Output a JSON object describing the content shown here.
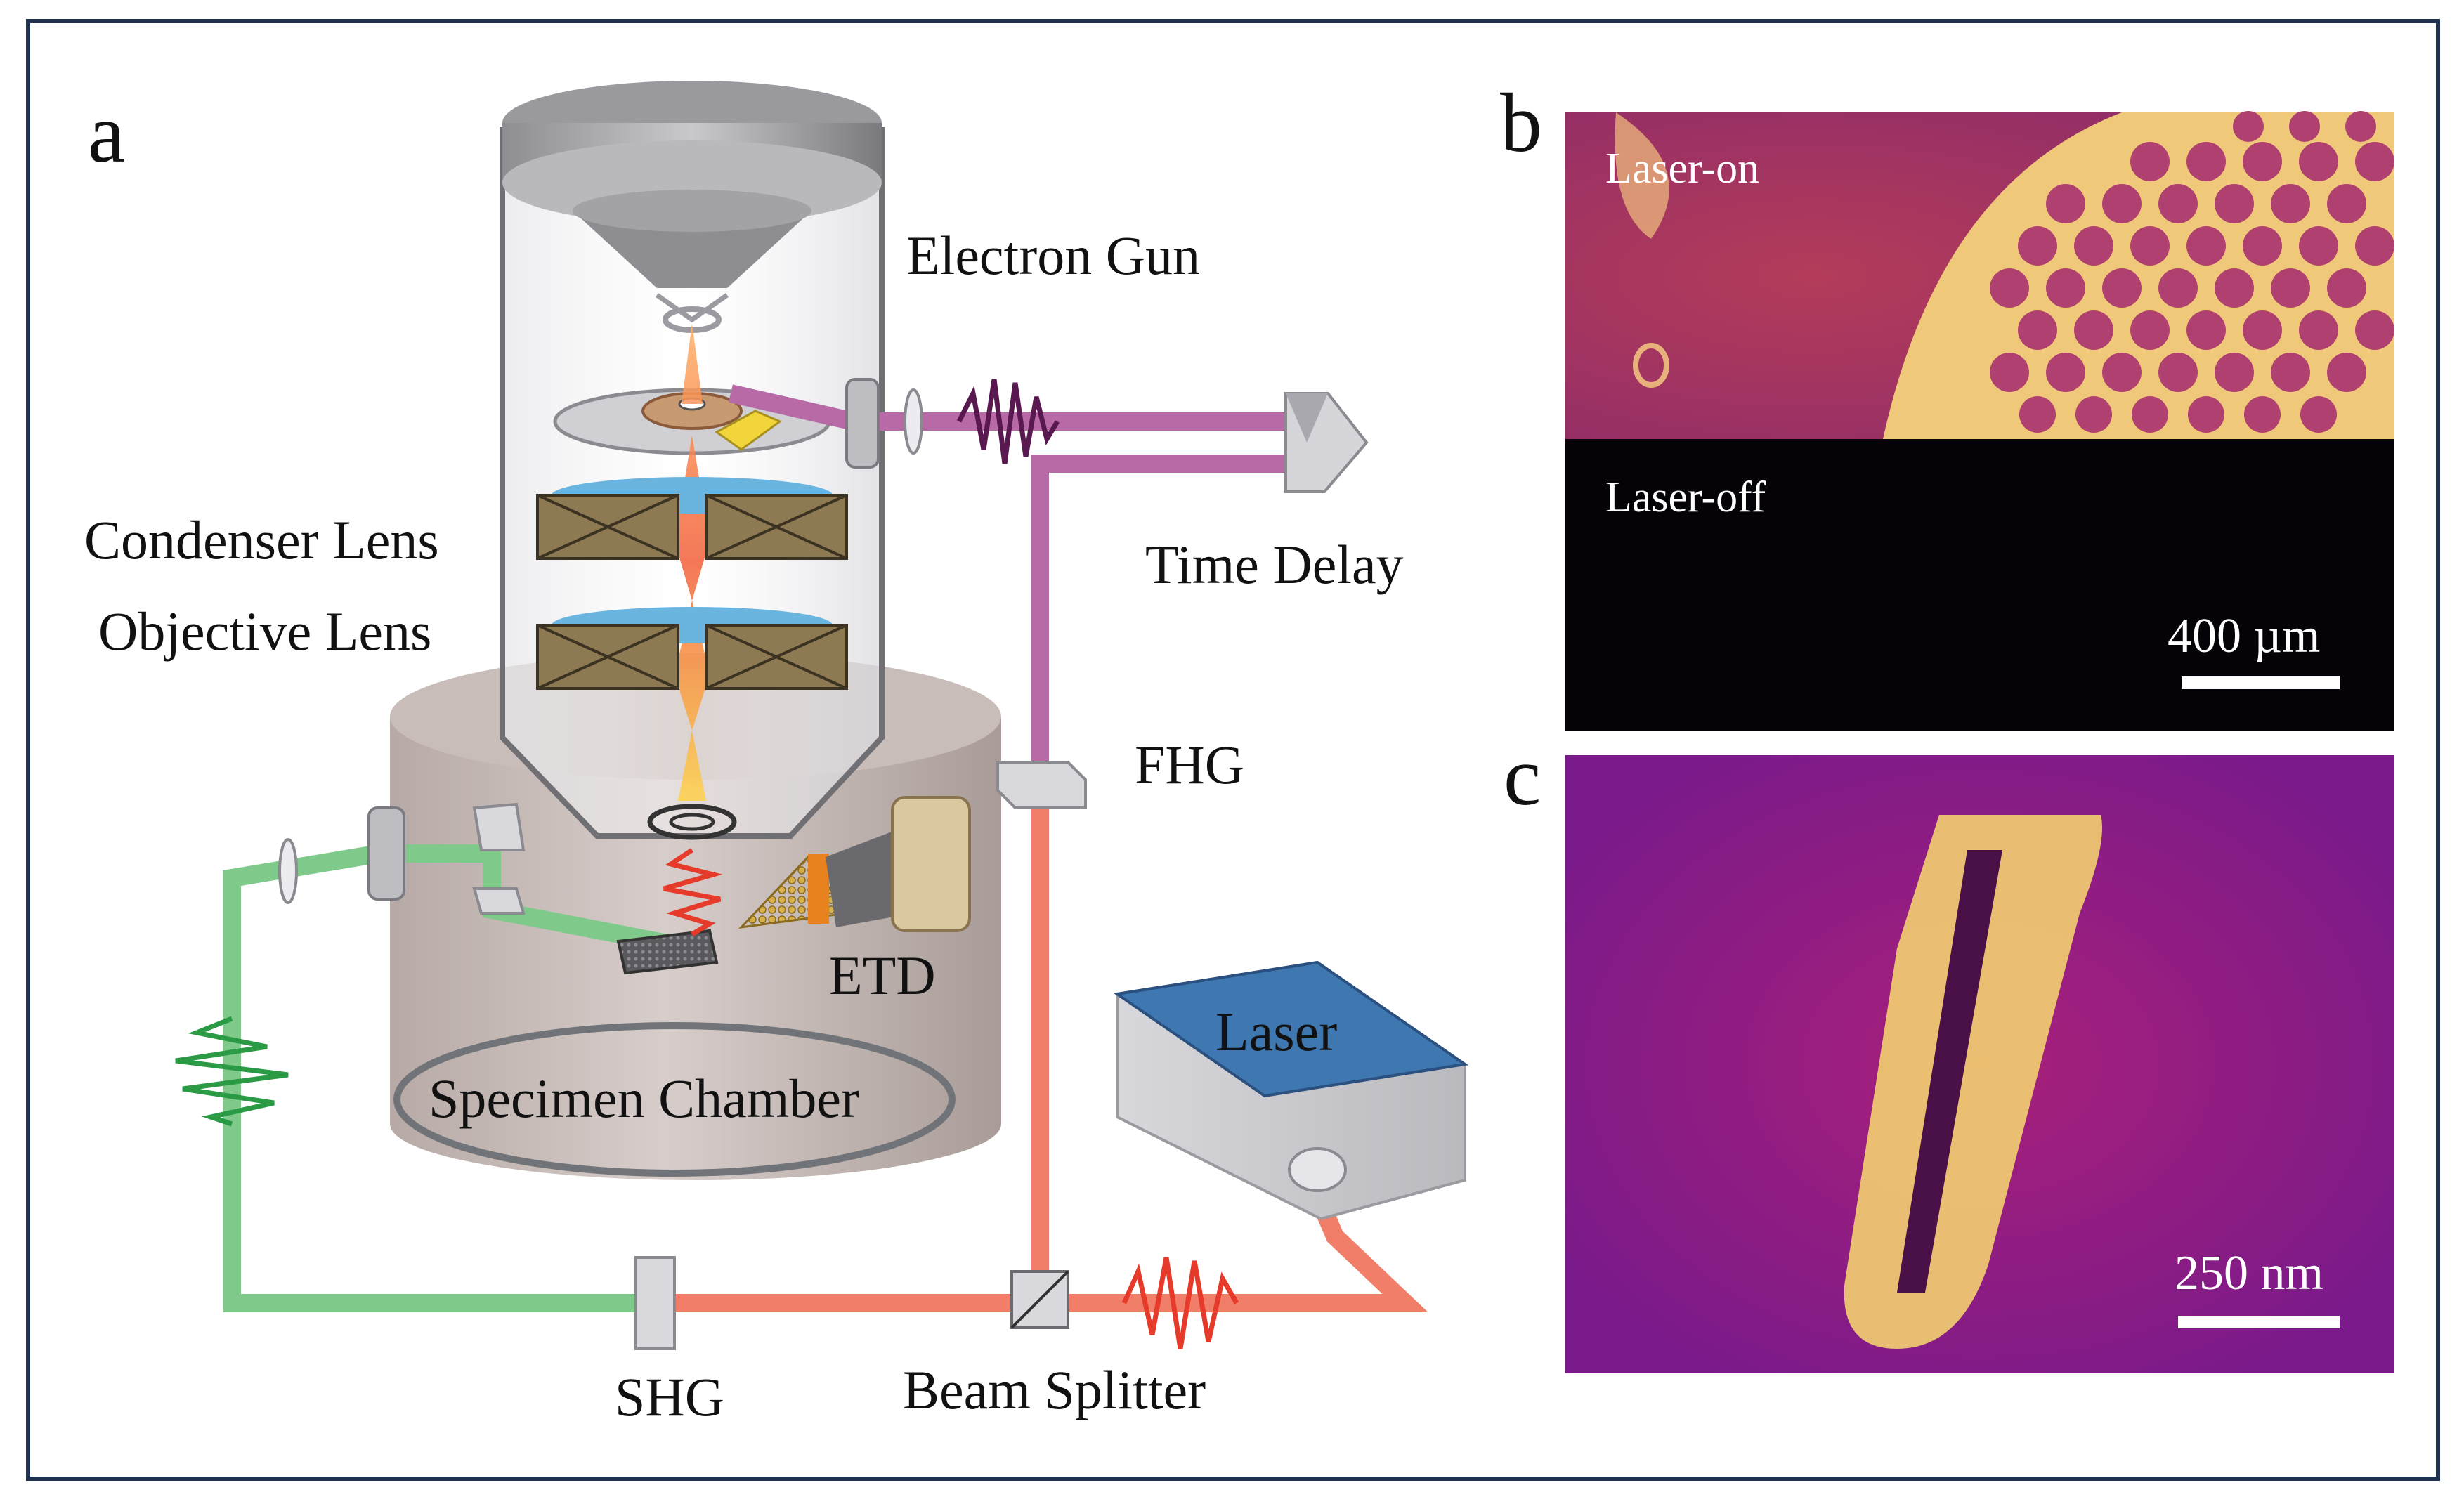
{
  "figure": {
    "panel_a": {
      "letter": "a",
      "labels": {
        "electron_gun": "Electron Gun",
        "condenser_lens": "Condenser Lens",
        "objective_lens": "Objective Lens",
        "time_delay": "Time Delay",
        "fhg": "FHG",
        "etd": "ETD",
        "laser": "Laser",
        "specimen_chamber": "Specimen Chamber",
        "shg": "SHG",
        "beam_splitter": "Beam Splitter"
      }
    },
    "panel_b": {
      "letter": "b",
      "label_on": "Laser-on",
      "label_off": "Laser-off",
      "scale_bar": "400 µm"
    },
    "panel_c": {
      "letter": "c",
      "scale_bar": "250 nm"
    }
  },
  "colors": {
    "frame": "#1f3350",
    "uv_beam": "#b76aa6",
    "red_beam": "#f07e68",
    "green_beam": "#7fc98a",
    "lens_top": "#5aa9d8",
    "lens_coil": "#8d7a52",
    "chamber": "#c8bcb8",
    "laser_top": "#3f77b0",
    "hot_low": "#1a0630",
    "hot_mid": "#c02a78",
    "hot_high": "#f6d86a"
  }
}
